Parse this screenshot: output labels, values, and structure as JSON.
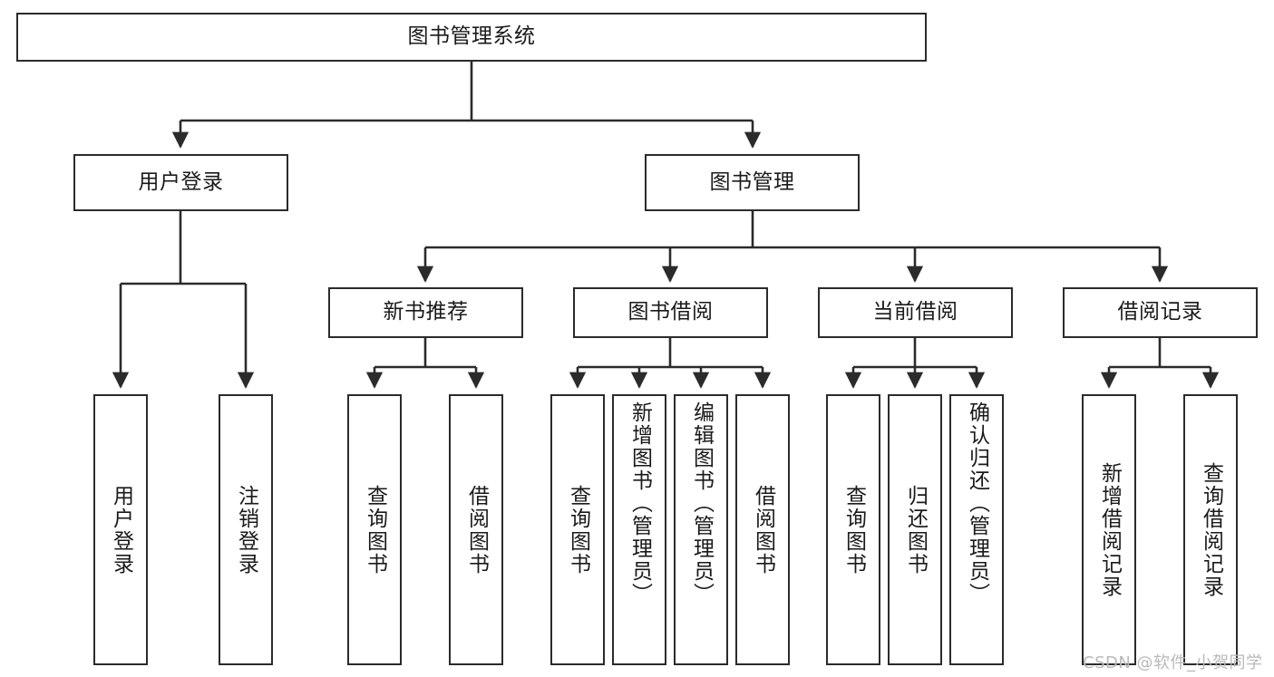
{
  "diagram": {
    "title": "图书管理系统",
    "type": "功能结构图",
    "watermark": "CSDN @软件_小贺同学",
    "colors": {
      "stroke": "#2b2b2b",
      "fill": "#ffffff",
      "text": "#1a1a1a",
      "watermark": "#b9b9b9"
    },
    "nodes": {
      "root": {
        "label": "图书管理系统"
      },
      "level2": [
        {
          "id": "user-login",
          "label": "用户登录"
        },
        {
          "id": "book-manage",
          "label": "图书管理"
        }
      ],
      "level3": [
        {
          "id": "new-book-recommend",
          "label": "新书推荐"
        },
        {
          "id": "book-borrow",
          "label": "图书借阅"
        },
        {
          "id": "current-borrow",
          "label": "当前借阅"
        },
        {
          "id": "borrow-record",
          "label": "借阅记录"
        }
      ],
      "leaves": [
        {
          "id": "leaf-user-login",
          "label": "用户登录",
          "parent": "user-login"
        },
        {
          "id": "leaf-logout-login",
          "label": "注销登录",
          "parent": "user-login"
        },
        {
          "id": "leaf-query-book-1",
          "label": "查询图书",
          "parent": "new-book-recommend"
        },
        {
          "id": "leaf-borrow-book-1",
          "label": "借阅图书",
          "parent": "new-book-recommend"
        },
        {
          "id": "leaf-query-book-2",
          "label": "查询图书",
          "parent": "book-borrow"
        },
        {
          "id": "leaf-add-book",
          "label": "新增图书（管理员）",
          "parent": "book-borrow"
        },
        {
          "id": "leaf-edit-book",
          "label": "编辑图书（管理员）",
          "parent": "book-borrow"
        },
        {
          "id": "leaf-borrow-book-2",
          "label": "借阅图书",
          "parent": "book-borrow"
        },
        {
          "id": "leaf-query-book-3",
          "label": "查询图书",
          "parent": "current-borrow"
        },
        {
          "id": "leaf-return-book",
          "label": "归还图书",
          "parent": "current-borrow"
        },
        {
          "id": "leaf-confirm-return",
          "label": "确认归还（管理员）",
          "parent": "current-borrow"
        },
        {
          "id": "leaf-add-record",
          "label": "新增借阅记录",
          "parent": "borrow-record"
        },
        {
          "id": "leaf-query-record",
          "label": "查询借阅记录",
          "parent": "borrow-record"
        }
      ]
    }
  }
}
